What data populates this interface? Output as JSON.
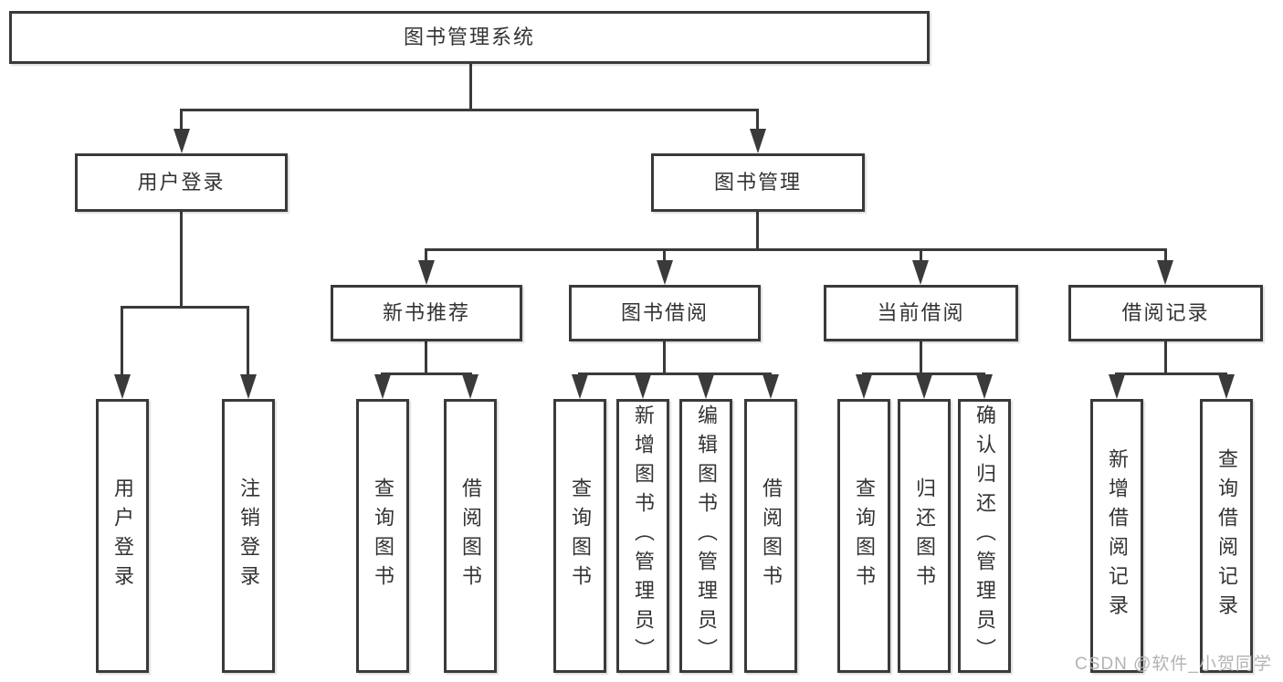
{
  "style": {
    "line_color": "#3a3a3a",
    "box_border_color": "#3a3a3a",
    "text_color": "#333333",
    "background_color": "#ffffff",
    "watermark_color": "#b3b3b3"
  },
  "watermark": {
    "text": "CSDN @软件_小贺同学"
  },
  "tree": {
    "root": {
      "label": "图书管理系统"
    },
    "branches": [
      {
        "label": "用户登录",
        "children": [
          {
            "label": "用户登录"
          },
          {
            "label": "注销登录"
          }
        ]
      },
      {
        "label": "图书管理",
        "children": [
          {
            "label": "新书推荐",
            "children": [
              {
                "label": "查询图书"
              },
              {
                "label": "借阅图书"
              }
            ]
          },
          {
            "label": "图书借阅",
            "children": [
              {
                "label": "查询图书"
              },
              {
                "label": "新增图书（管理员）"
              },
              {
                "label": "编辑图书（管理员）"
              },
              {
                "label": "借阅图书"
              }
            ]
          },
          {
            "label": "当前借阅",
            "children": [
              {
                "label": "查询图书"
              },
              {
                "label": "归还图书"
              },
              {
                "label": "确认归还（管理员）"
              }
            ]
          },
          {
            "label": "借阅记录",
            "children": [
              {
                "label": "新增借阅记录"
              },
              {
                "label": "查询借阅记录"
              }
            ]
          }
        ]
      }
    ]
  }
}
